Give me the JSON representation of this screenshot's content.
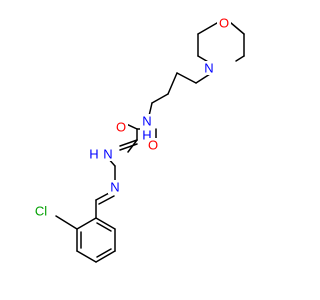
{
  "molecule": {
    "colors": {
      "bond": "#000000",
      "oxygen": "#ff0000",
      "nitrogen": "#0000ff",
      "chlorine": "#00a000",
      "background": "#ffffff"
    },
    "atoms": [
      {
        "id": "O_morph",
        "label": "O",
        "element": "oxygen"
      },
      {
        "id": "N_morph",
        "label": "N",
        "element": "nitrogen"
      },
      {
        "id": "N_amide",
        "label": "N",
        "element": "nitrogen",
        "h": "H"
      },
      {
        "id": "O_amide",
        "label": "O",
        "element": "oxygen"
      },
      {
        "id": "O_hydrazide",
        "label": "O",
        "element": "oxygen"
      },
      {
        "id": "N_hydrazide",
        "label": "N",
        "element": "nitrogen",
        "h": "H"
      },
      {
        "id": "N_imine",
        "label": "N",
        "element": "nitrogen"
      },
      {
        "id": "Cl",
        "label": "Cl",
        "element": "chlorine"
      }
    ]
  }
}
